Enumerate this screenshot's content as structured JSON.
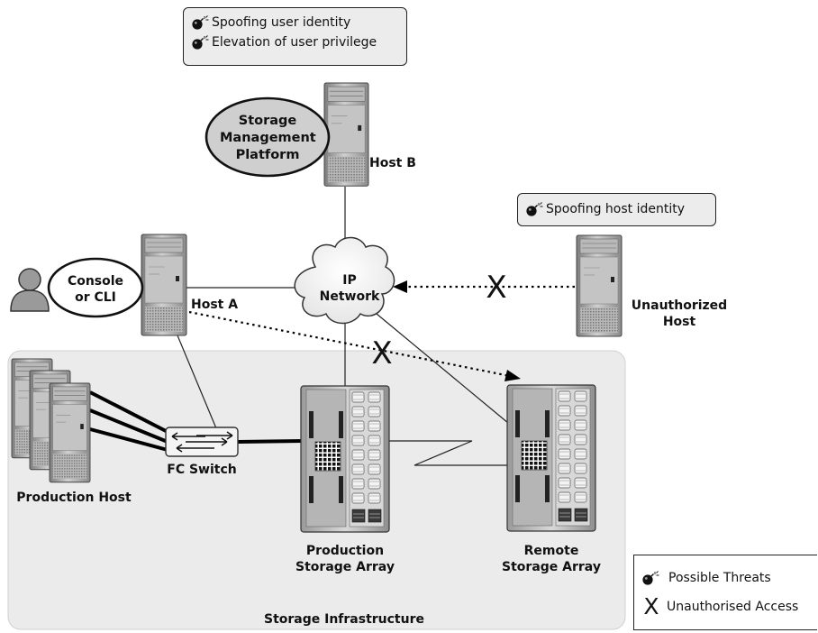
{
  "threat_boxes": {
    "host_b": [
      "Spoofing user identity",
      "Elevation of user privilege"
    ],
    "unauthorized": [
      "Spoofing host identity"
    ]
  },
  "nodes": {
    "storage_mgmt": "Storage\nManagement\nPlatform",
    "console": "Console\nor CLI",
    "host_b": "Host B",
    "host_a": "Host A",
    "ip_network": "IP\nNetwork",
    "unauthorized_host": "Unauthorized\nHost",
    "fc_switch": "FC Switch",
    "production_host": "Production Host",
    "production_array": "Production\nStorage Array",
    "remote_array": "Remote\nStorage Array",
    "infrastructure": "Storage Infrastructure"
  },
  "access_marks": [
    "X",
    "X"
  ],
  "legend": {
    "threat": "Possible Threats",
    "access_symbol": "X",
    "access": "Unauthorised Access"
  }
}
